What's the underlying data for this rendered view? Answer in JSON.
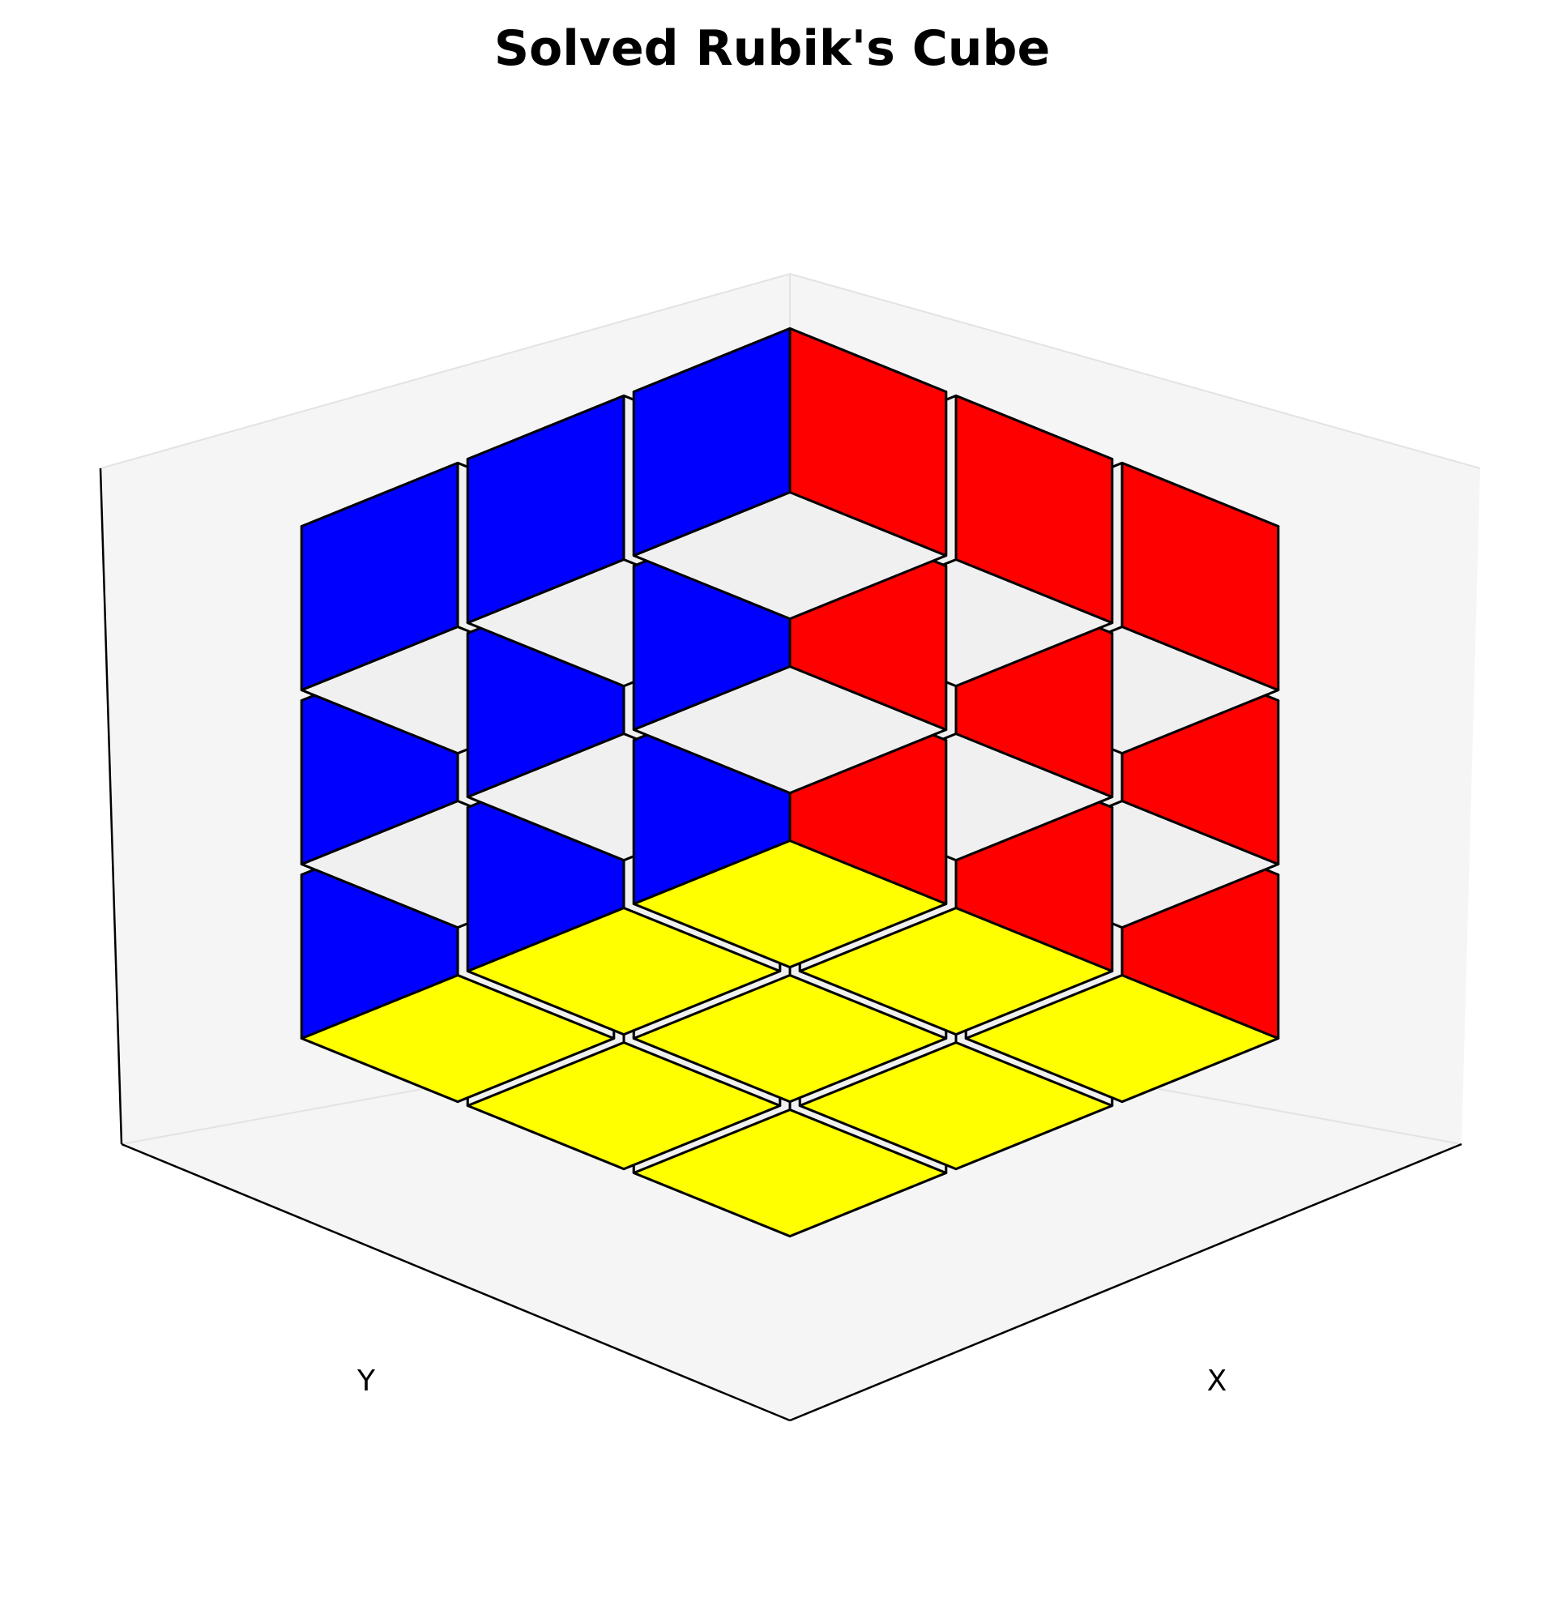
{
  "chart_data": {
    "type": "3d-voxel",
    "title": "Solved Rubik's Cube",
    "xlabel": "X",
    "ylabel": "Y",
    "zlabel": "",
    "grid": false,
    "cube": {
      "size": [
        3,
        3,
        3
      ],
      "state": "solved",
      "faces": {
        "top": "#ffffff",
        "bottom": "#ffff00",
        "front": "#ff0000",
        "back": "#ff8000",
        "left": "#00ff00",
        "right": "#0000ff"
      },
      "interior": "#f0f0f0"
    }
  }
}
